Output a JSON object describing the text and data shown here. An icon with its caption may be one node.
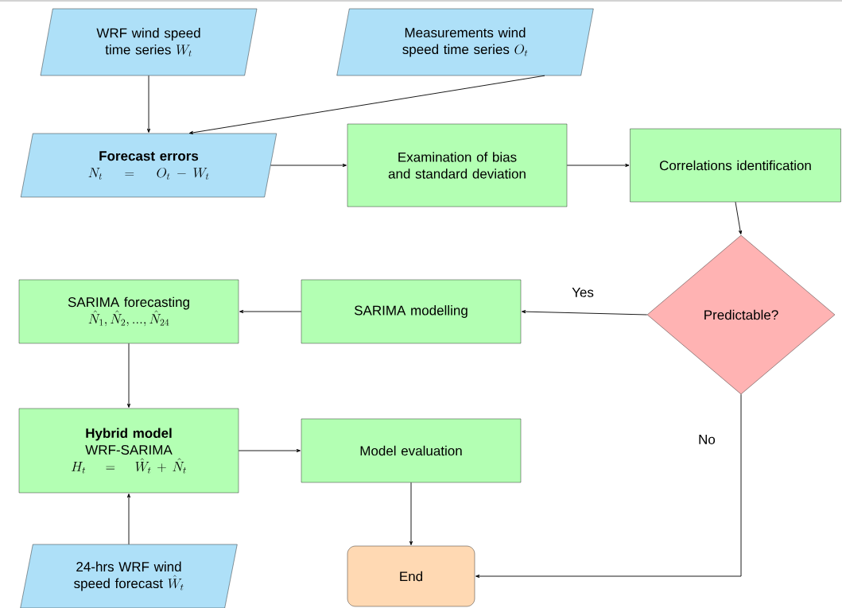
{
  "diagram": {
    "nodes": [
      {
        "text": [
          "WRF wind speed time series",
          "W_t"
        ]
      },
      {
        "text": [
          "Measurements wind speed time series",
          "O_t"
        ]
      },
      {
        "text": [
          "Forecast errors",
          "N_t \\;=\\; O_t - W_t"
        ]
      },
      {
        "text": [
          "Examination of bias and standard deviation"
        ]
      },
      {
        "text": [
          "Correlations identification"
        ]
      },
      {
        "text": [
          "Predictable?"
        ]
      },
      {
        "text": [
          "SARIMA modelling"
        ]
      },
      {
        "text": [
          "SARIMA forecasting",
          "\\hat{N}_1, \\hat{N}_2, ..., \\hat{N}_{24}"
        ]
      },
      {
        "text": [
          "Hybrid model",
          "WRF-SARIMA",
          "H_t \\;=\\; \\hat{W}_t + \\hat{N}_t"
        ]
      },
      {
        "text": [
          "Model evaluation"
        ]
      },
      {
        "text": [
          "24-hrs WRF wind speed forecast",
          "\\hat{W}_t"
        ]
      },
      {
        "text": [
          "End"
        ]
      }
    ],
    "edges": [
      {
        "from": 0,
        "to": 2,
        "arrow": "to"
      },
      {
        "from": 1,
        "to": 2,
        "arrow": "to"
      },
      {
        "from": 2,
        "to": 3,
        "arrow": "to"
      },
      {
        "from": 3,
        "to": 4,
        "arrow": "to"
      },
      {
        "from": 4,
        "to": 5,
        "arrow": "to"
      },
      {
        "from": 5,
        "to": 6,
        "arrow": "to",
        "label": "Yes"
      },
      {
        "from": 6,
        "to": 7,
        "arrow": "to"
      },
      {
        "from": 7,
        "to": 8,
        "arrow": "to"
      },
      {
        "from": 10,
        "to": 8,
        "arrow": "to"
      },
      {
        "from": 8,
        "to": 9,
        "arrow": "to"
      },
      {
        "from": 9,
        "to": 11,
        "arrow": "to"
      },
      {
        "from": 5,
        "to": 11,
        "arrow": "to",
        "label": "No"
      }
    ]
  }
}
